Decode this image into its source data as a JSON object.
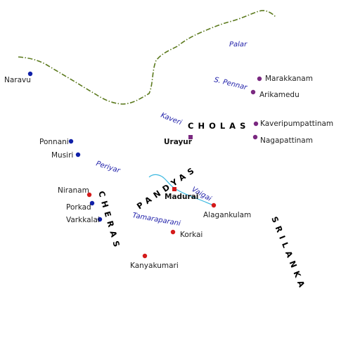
{
  "colors": {
    "cheras": "#1020a8",
    "pandyas": "#d41a1a",
    "cholas": "#7a2880",
    "boundary": "#5c7a1e",
    "river": "#3ab8e0",
    "river_label": "#2222aa"
  },
  "kingdoms": {
    "cholas": "CHOLAS",
    "pandyas": "PANDYAS",
    "cheras": "CHERAS",
    "srilanka": "SRILANKA"
  },
  "rivers": {
    "palar": "Palar",
    "pennar": "S. Pennar",
    "kaveri": "Kaveri",
    "periyar": "Periyar",
    "vaigai": "Vaigai",
    "tamaraparani": "Tamaraparani"
  },
  "places": {
    "naravu": "Naravu",
    "ponnani": "Ponnani",
    "musiri": "Musiri",
    "niranam": "Niranam",
    "porkad": "Porkad",
    "varkkalai": "Varkkalai",
    "marakkanam": "Marakkanam",
    "arikamedu": "Arikamedu",
    "kaveripumpattinam": "Kaveripumpattinam",
    "nagapattinam": "Nagapattinam",
    "urayur": "Urayur",
    "madurai": "Madurai",
    "alagankulam": "Alagankulam",
    "korkai": "Korkai",
    "kanyakumari": "Kanyakumari"
  }
}
